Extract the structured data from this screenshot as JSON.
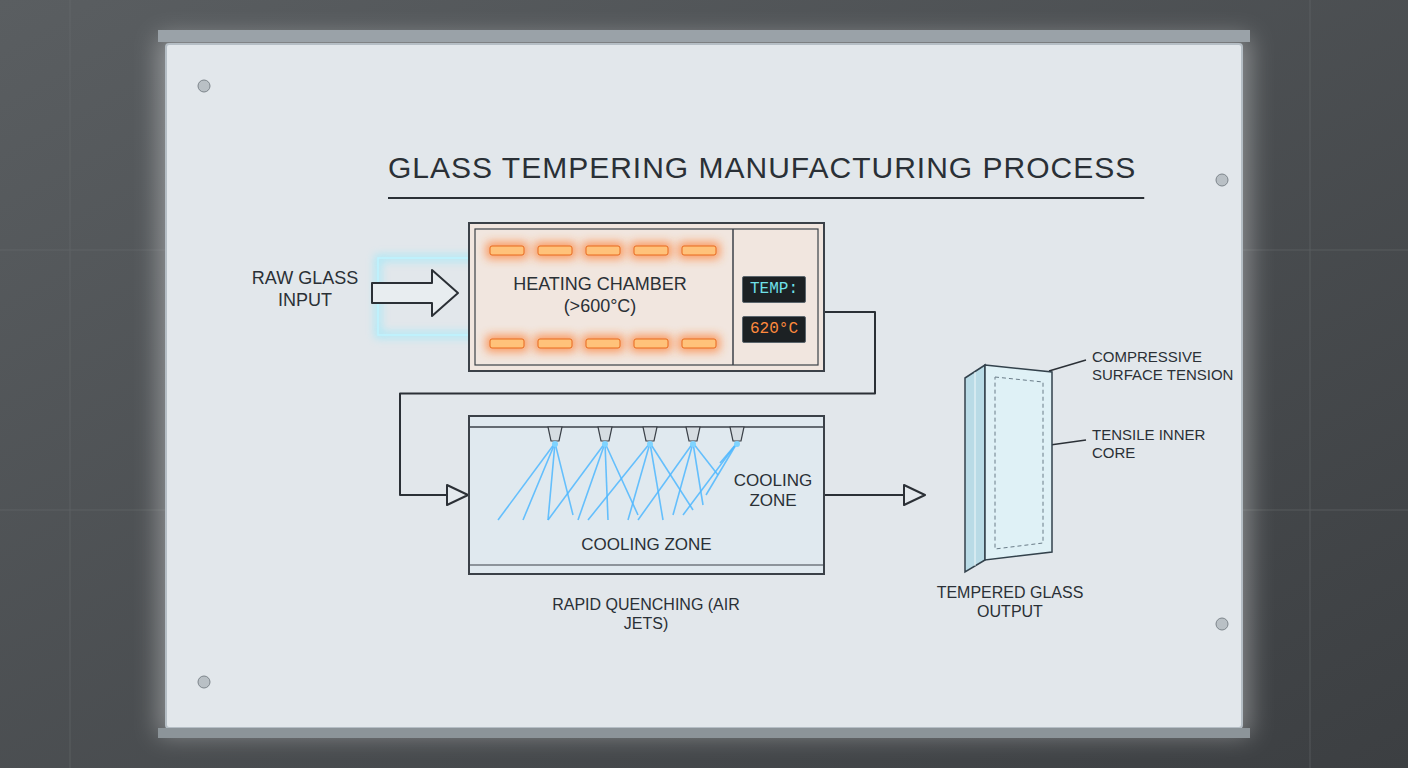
{
  "diagram": {
    "title": "GLASS TEMPERING MANUFACTURING PROCESS",
    "nodes": [
      {
        "text": [
          "HEATING CHAMBER (>600°C)"
        ]
      },
      {
        "text": [
          "TEMP:"
        ],
        "in": 0
      },
      {
        "text": [
          "620°C"
        ],
        "in": 0
      },
      {
        "text": [
          "COOLING ZONE",
          "COOLING ZONE",
          "RAPID QUENCHING (AIR JETS)"
        ]
      },
      {
        "text": [
          "TEMPERED GLASS OUTPUT"
        ]
      }
    ],
    "edges": [
      {
        "from": 0,
        "to": 3,
        "arrow": "to"
      },
      {
        "from": 3,
        "to": 4,
        "arrow": "to"
      }
    ],
    "labels": [
      "RAW GLASS INPUT",
      "COMPRESSIVE SURFACE TENSION",
      "TENSILE INNER CORE"
    ]
  }
}
